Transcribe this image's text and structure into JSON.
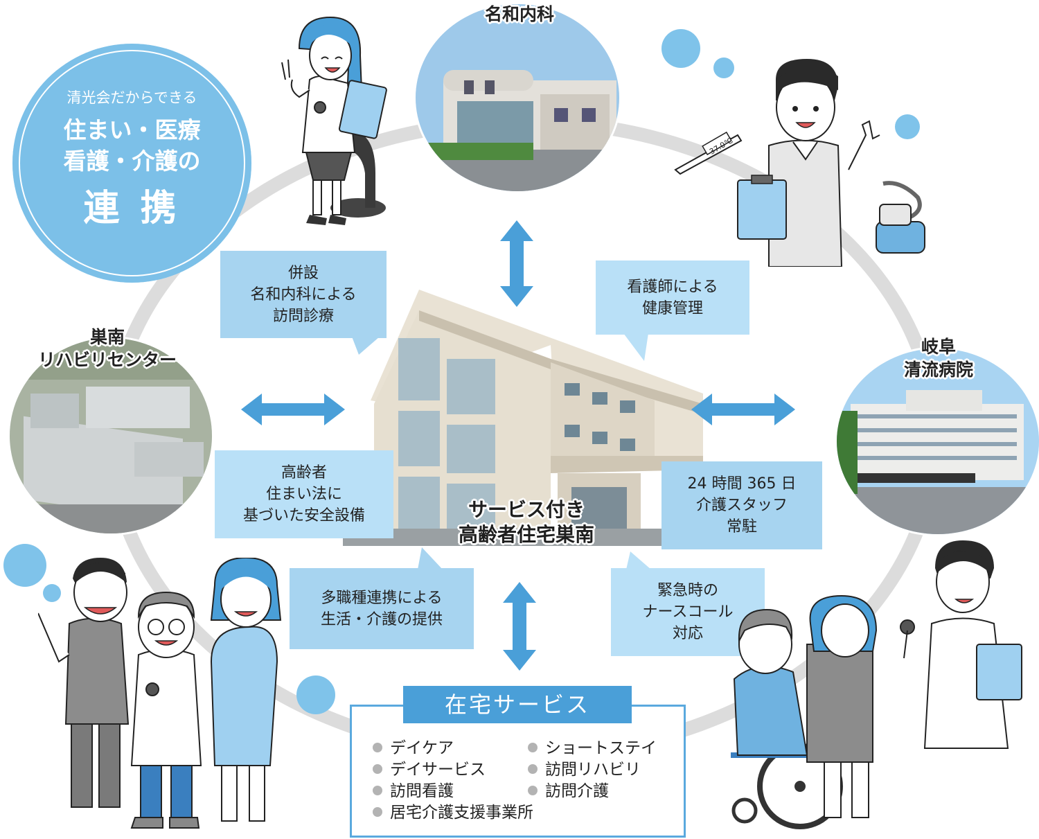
{
  "logo": {
    "line1": "清光会だからできる",
    "line2": "住まい・医療",
    "line3": "看護・介護の",
    "line4": "連 携"
  },
  "places": {
    "top": "名和内科",
    "left_line1": "巣南",
    "left_line2": "リハビリセンター",
    "right_line1": "岐阜",
    "right_line2": "清流病院"
  },
  "center": {
    "line1": "サービス付き",
    "line2": "高齢者住宅巣南"
  },
  "callouts": {
    "visit_line1": "併設",
    "visit_line2": "名和内科による",
    "visit_line3": "訪問診療",
    "nurse_line1": "看護師による",
    "nurse_line2": "健康管理",
    "safety_line1": "高齢者",
    "safety_line2": "住まい法に",
    "safety_line3": "基づいた安全設備",
    "staff_line1": "24 時間 365 日",
    "staff_line2": "介護スタッフ",
    "staff_line3": "常駐",
    "multi_line1": "多職種連携による",
    "multi_line2": "生活・介護の提供",
    "emergency_line1": "緊急時の",
    "emergency_line2": "ナースコール",
    "emergency_line3": "対応"
  },
  "home_service": {
    "title": "在宅サービス",
    "items": [
      "デイケア",
      "ショートステイ",
      "デイサービス",
      "訪問リハビリ",
      "訪問看護",
      "訪問介護",
      "居宅介護支援事業所"
    ]
  },
  "thermometer_text": "37.0℃",
  "colors": {
    "accent_blue": "#4a9fd8",
    "callout_blue": "#a7d4f0",
    "logo_blue": "#7cc0e8",
    "ring_gray": "#dcdcdc"
  }
}
